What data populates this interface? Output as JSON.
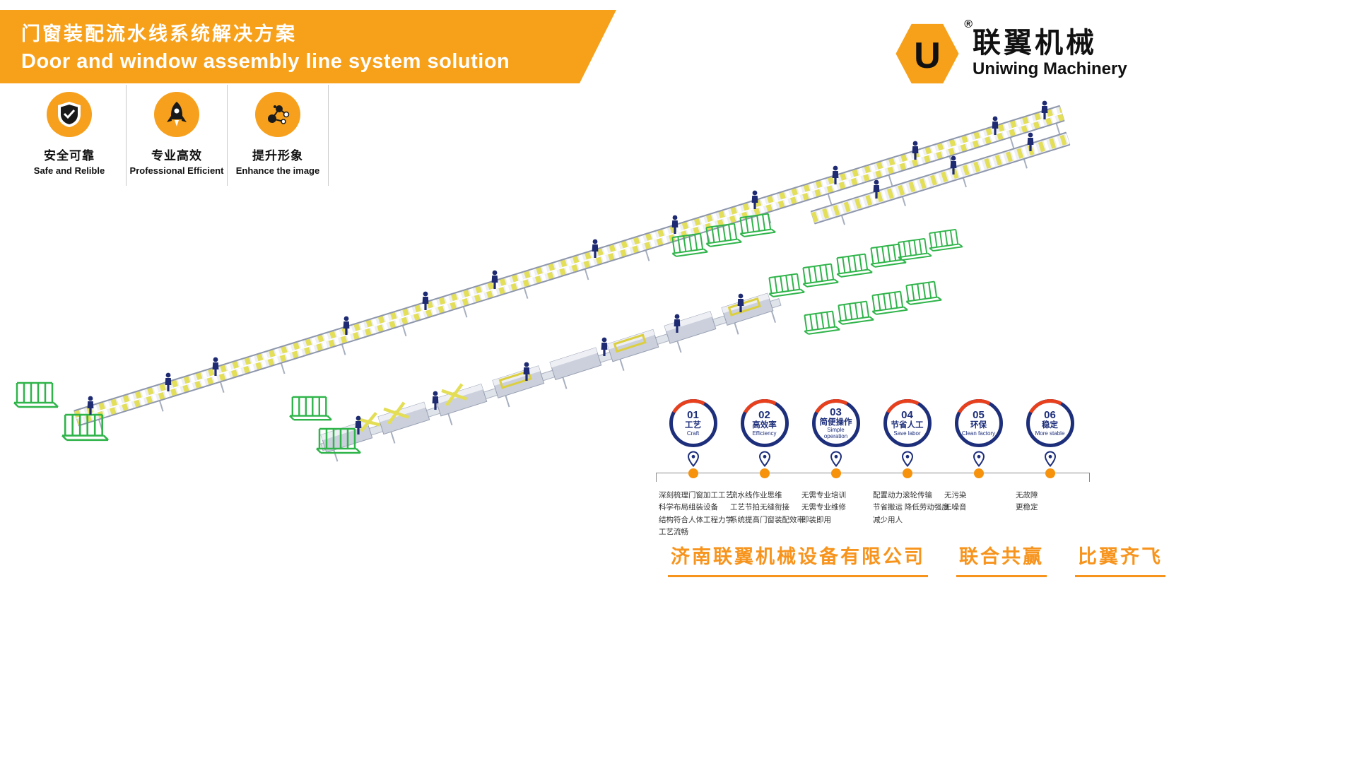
{
  "header": {
    "title_zh": "门窗装配流水线系统解决方案",
    "title_en": "Door and window assembly line system solution"
  },
  "logo": {
    "monogram": "U",
    "registered_mark": "®",
    "brand_zh": "联翼机械",
    "brand_en": "Uniwing Machinery"
  },
  "features": [
    {
      "icon": "shield-icon",
      "zh": "安全可靠",
      "en": "Safe and Relible"
    },
    {
      "icon": "rocket-icon",
      "zh": "专业高效",
      "en": "Professional Efficient"
    },
    {
      "icon": "molecule-icon",
      "zh": "提升形象",
      "en": "Enhance the image"
    }
  ],
  "timeline": [
    {
      "number": "01",
      "zh": "工艺",
      "en": "Craft",
      "details": [
        "深刻梳理门窗加工工艺",
        "科学布局组装设备",
        "结构符合人体工程力学",
        "工艺流畅"
      ]
    },
    {
      "number": "02",
      "zh": "高效率",
      "en": "Efficiency",
      "details": [
        "流水线作业思维",
        "工艺节拍无缝衔接",
        "系统提高门窗装配效率"
      ]
    },
    {
      "number": "03",
      "zh": "简便操作",
      "en": "Simple operation",
      "details": [
        "无需专业培训",
        "无需专业维修",
        "即装即用"
      ]
    },
    {
      "number": "04",
      "zh": "节省人工",
      "en": "Save labor",
      "details": [
        "配置动力滚轮传输",
        "节省搬运 降低劳动强度",
        "减少用人"
      ]
    },
    {
      "number": "05",
      "zh": "环保",
      "en": "Clean factory",
      "details": [
        "无污染",
        "无噪音"
      ]
    },
    {
      "number": "06",
      "zh": "稳定",
      "en": "More stable",
      "details": [
        "无故障",
        "更稳定"
      ]
    }
  ],
  "footer": {
    "company": "济南联翼机械设备有限公司",
    "slogan1": "联合共赢",
    "slogan2": "比翼齐飞"
  },
  "colors": {
    "accent_orange": "#F7A11B",
    "badge_orange": "#F6A01D",
    "navy": "#1D2E7B",
    "arc_red": "#E8401C",
    "rack_green": "#2FB44A",
    "footer_orange": "#F7941D"
  }
}
